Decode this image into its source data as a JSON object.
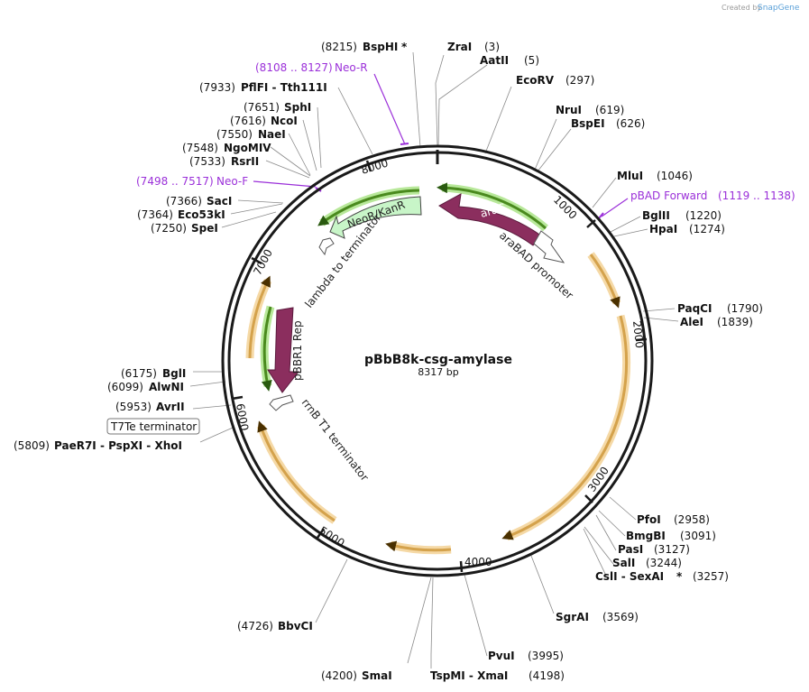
{
  "credit": {
    "prefix": "Created by",
    "brand": "SnapGene"
  },
  "plasmid": {
    "name": "pBbB8k-csg-amylase",
    "size": "8317 bp"
  },
  "ruler_ticks": [
    "1000",
    "2000",
    "3000",
    "4000",
    "5000",
    "6000",
    "7000",
    "8000"
  ],
  "sites": [
    {
      "pos": "(8215)",
      "name": "BspHI",
      "mark": "*"
    },
    {
      "pos": "(3)",
      "name": "ZraI"
    },
    {
      "pos": "(5)",
      "name": "AatII"
    },
    {
      "pos": "(297)",
      "name": "EcoRV"
    },
    {
      "pos": "(619)",
      "name": "NruI"
    },
    {
      "pos": "(626)",
      "name": "BspEI"
    },
    {
      "pos": "(1046)",
      "name": "MluI"
    },
    {
      "pos": "(1220)",
      "name": "BglII"
    },
    {
      "pos": "(1274)",
      "name": "HpaI"
    },
    {
      "pos": "(1790)",
      "name": "PaqCI"
    },
    {
      "pos": "(1839)",
      "name": "AleI"
    },
    {
      "pos": "(2958)",
      "name": "PfoI"
    },
    {
      "pos": "(3091)",
      "name": "BmgBI"
    },
    {
      "pos": "(3127)",
      "name": "PasI"
    },
    {
      "pos": "(3244)",
      "name": "SalI"
    },
    {
      "pos": "(3257)",
      "name": "CslI - SexAI",
      "mark": "*"
    },
    {
      "pos": "(3569)",
      "name": "SgrAI"
    },
    {
      "pos": "(3995)",
      "name": "PvuI"
    },
    {
      "pos": "(4198)",
      "name": "TspMI - XmaI"
    },
    {
      "pos": "(4200)",
      "name": "SmaI"
    },
    {
      "pos": "(4726)",
      "name": "BbvCI"
    },
    {
      "pos": "(5809)",
      "name": "PaeR7I - PspXI - XhoI"
    },
    {
      "pos": "(5953)",
      "name": "AvrII"
    },
    {
      "pos": "(6099)",
      "name": "AlwNI"
    },
    {
      "pos": "(6175)",
      "name": "BglI"
    },
    {
      "pos": "(7250)",
      "name": "SpeI"
    },
    {
      "pos": "(7364)",
      "name": "Eco53kI"
    },
    {
      "pos": "(7366)",
      "name": "SacI"
    },
    {
      "pos": "(7533)",
      "name": "RsrII"
    },
    {
      "pos": "(7548)",
      "name": "NgoMIV"
    },
    {
      "pos": "(7550)",
      "name": "NaeI"
    },
    {
      "pos": "(7616)",
      "name": "NcoI"
    },
    {
      "pos": "(7651)",
      "name": "SphI"
    },
    {
      "pos": "(7933)",
      "name": "PflFI - Tth111I"
    }
  ],
  "primers": [
    {
      "name": "Neo-R",
      "range": "(8108 .. 8127)"
    },
    {
      "name": "pBAD Forward",
      "range": "(1119 .. 1138)"
    },
    {
      "name": "Neo-F",
      "range": "(7498 .. 7517)"
    }
  ],
  "features": {
    "arac": "araC",
    "arabad": "araBAD promoter",
    "neor": "NeoR/KanR",
    "lambda": "lambda to terminator",
    "pbbr1": "pBBR1 Rep",
    "rrnb": "rrnB T1 terminator",
    "t7te": "T7Te terminator"
  },
  "colors": {
    "backbone": "#1a1a1a",
    "cds": "#8b2e5e",
    "orf": "#d4a24c",
    "orf_glow": "#f5d9a6",
    "green_arc": "#4a8a1e",
    "neor_fill": "#c8f5c8",
    "primer": "#9b30d9"
  }
}
